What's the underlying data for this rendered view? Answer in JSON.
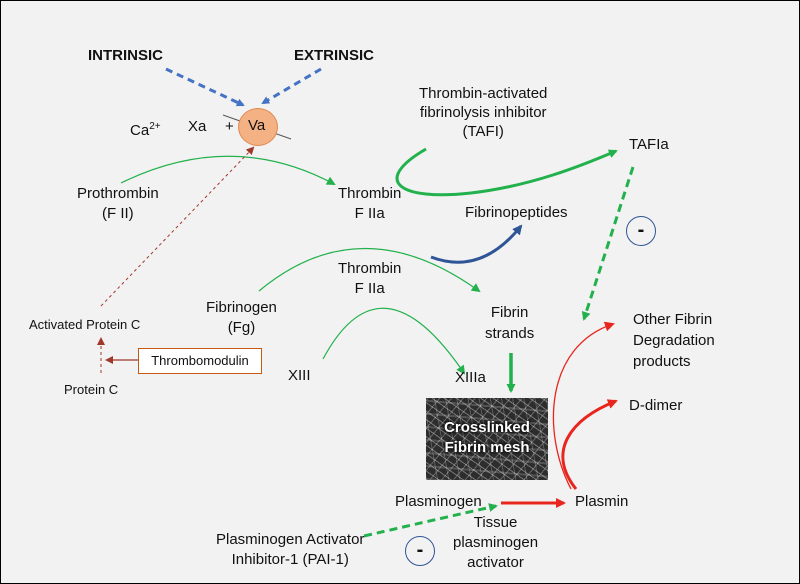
{
  "labels": {
    "intrinsic": "INTRINSIC",
    "extrinsic": "EXTRINSIC",
    "ca": "Ca",
    "ca_sup": "2+",
    "xa": "Xa",
    "plus": "+",
    "va": "Va",
    "tafi": "Thrombin-activated\nfibrinolysis inhibitor\n(TAFI)",
    "tafia": "TAFIa",
    "prothrombin": "Prothrombin\n(F II)",
    "thrombin1": "Thrombin\nF IIa",
    "fibrinopeptides": "Fibrinopeptides",
    "thrombin2": "Thrombin\nF IIa",
    "fibrinogen": "Fibrinogen\n(Fg)",
    "fibrin_strands": "Fibrin\nstrands",
    "other_fdp": "Other Fibrin\nDegradation\nproducts",
    "activated_protein_c": "Activated Protein C",
    "thrombomodulin": "Thrombomodulin",
    "protein_c": "Protein C",
    "xiii": "XIII",
    "xiiia": "XIIIa",
    "d_dimer": "D-dimer",
    "crosslinked_mesh": "Crosslinked\nFibrin mesh",
    "plasminogen": "Plasminogen",
    "plasmin": "Plasmin",
    "tpa": "Tissue\nplasminogen\nactivator",
    "pai1": "Plasminogen Activator\nInhibitor-1 (PAI-1)",
    "minus": "-"
  },
  "colors": {
    "blue_dashed": "#4472c4",
    "green": "#22b14c",
    "dark_red": "#a0382c",
    "red": "#e8261e",
    "navy": "#2f5597"
  }
}
